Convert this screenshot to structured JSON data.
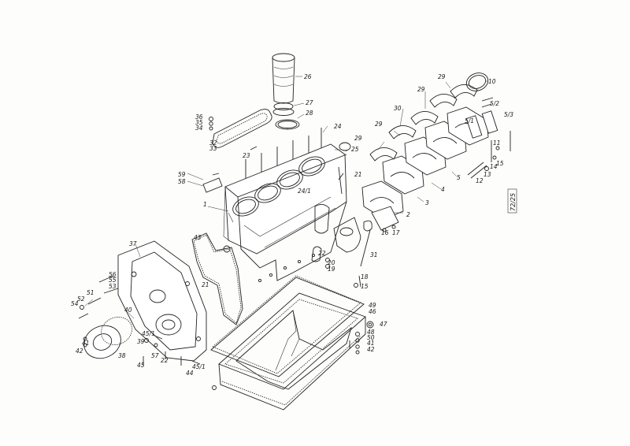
{
  "diagram": {
    "drawing_code": "72/25",
    "part_labels": [
      {
        "id": "p1",
        "text": "1"
      },
      {
        "id": "p2",
        "text": "2"
      },
      {
        "id": "p3",
        "text": "3"
      },
      {
        "id": "p4",
        "text": "4"
      },
      {
        "id": "p5",
        "text": "5"
      },
      {
        "id": "p5a",
        "text": "5/1"
      },
      {
        "id": "p5b",
        "text": "5/2"
      },
      {
        "id": "p5c",
        "text": "5/3"
      },
      {
        "id": "p10",
        "text": "10"
      },
      {
        "id": "p11",
        "text": "11"
      },
      {
        "id": "p12",
        "text": "12"
      },
      {
        "id": "p13",
        "text": "13"
      },
      {
        "id": "p14",
        "text": "14"
      },
      {
        "id": "p15a",
        "text": "15"
      },
      {
        "id": "p15b",
        "text": "15"
      },
      {
        "id": "p16",
        "text": "16"
      },
      {
        "id": "p17",
        "text": "17"
      },
      {
        "id": "p18",
        "text": "18"
      },
      {
        "id": "p19",
        "text": "19"
      },
      {
        "id": "p20",
        "text": "20"
      },
      {
        "id": "p21a",
        "text": "21"
      },
      {
        "id": "p21b",
        "text": "21"
      },
      {
        "id": "p22a",
        "text": "22"
      },
      {
        "id": "p22b",
        "text": "22"
      },
      {
        "id": "p23",
        "text": "23"
      },
      {
        "id": "p24",
        "text": "24"
      },
      {
        "id": "p24a",
        "text": "24/1"
      },
      {
        "id": "p25",
        "text": "25"
      },
      {
        "id": "p26",
        "text": "26"
      },
      {
        "id": "p27",
        "text": "27"
      },
      {
        "id": "p28",
        "text": "28"
      },
      {
        "id": "p29a",
        "text": "29"
      },
      {
        "id": "p29b",
        "text": "29"
      },
      {
        "id": "p29c",
        "text": "29"
      },
      {
        "id": "p29d",
        "text": "29"
      },
      {
        "id": "p30",
        "text": "30"
      },
      {
        "id": "p31",
        "text": "31"
      },
      {
        "id": "p32",
        "text": "32"
      },
      {
        "id": "p33",
        "text": "33"
      },
      {
        "id": "p34",
        "text": "34"
      },
      {
        "id": "p35",
        "text": "35"
      },
      {
        "id": "p36",
        "text": "36"
      },
      {
        "id": "p37",
        "text": "37"
      },
      {
        "id": "p38",
        "text": "38"
      },
      {
        "id": "p39",
        "text": "39"
      },
      {
        "id": "p40",
        "text": "40"
      },
      {
        "id": "p41a",
        "text": "41"
      },
      {
        "id": "p41b",
        "text": "41"
      },
      {
        "id": "p42a",
        "text": "42"
      },
      {
        "id": "p42b",
        "text": "42"
      },
      {
        "id": "p43",
        "text": "43"
      },
      {
        "id": "p44",
        "text": "44"
      },
      {
        "id": "p45a",
        "text": "45"
      },
      {
        "id": "p45b",
        "text": "45/1"
      },
      {
        "id": "p45c",
        "text": "45/1"
      },
      {
        "id": "p46",
        "text": "46"
      },
      {
        "id": "p47",
        "text": "47"
      },
      {
        "id": "p48",
        "text": "48"
      },
      {
        "id": "p49",
        "text": "49"
      },
      {
        "id": "p50",
        "text": "50"
      },
      {
        "id": "p51",
        "text": "51"
      },
      {
        "id": "p52",
        "text": "52"
      },
      {
        "id": "p53",
        "text": "53"
      },
      {
        "id": "p54",
        "text": "54"
      },
      {
        "id": "p55",
        "text": "55"
      },
      {
        "id": "p56",
        "text": "56"
      },
      {
        "id": "p57",
        "text": "57"
      },
      {
        "id": "p58",
        "text": "58"
      },
      {
        "id": "p59",
        "text": "59"
      }
    ]
  }
}
